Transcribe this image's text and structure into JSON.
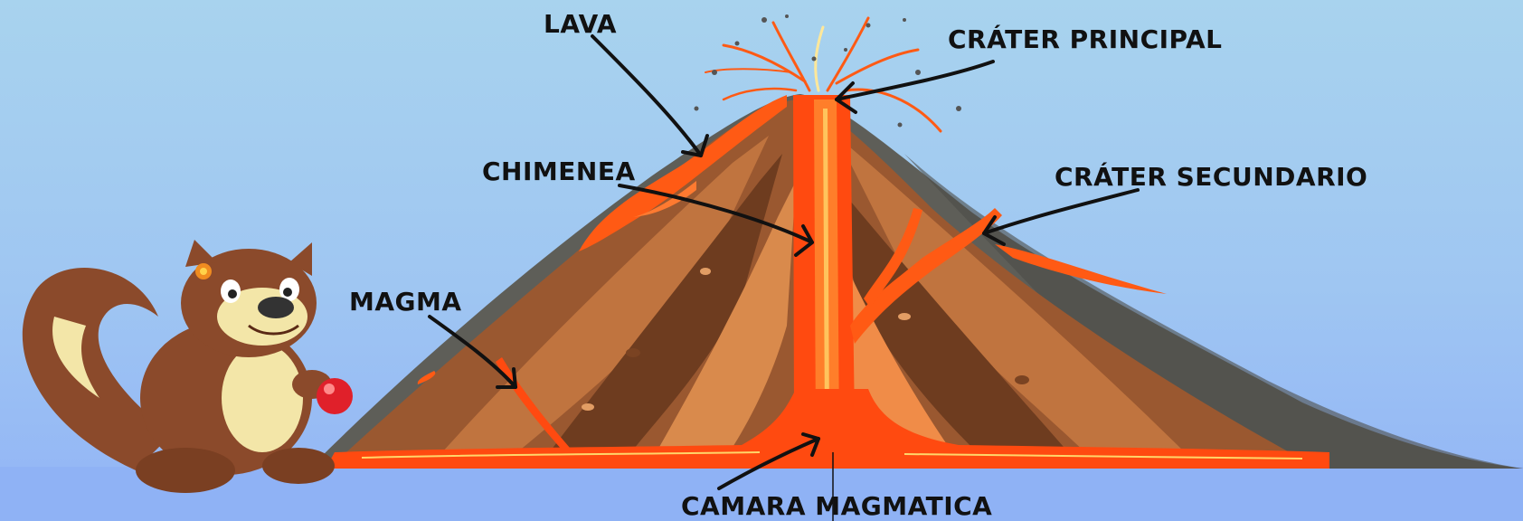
{
  "diagram": {
    "labels": {
      "lava": "LAVA",
      "crater_principal": "CRÁTER PRINCIPAL",
      "chimenea": "CHIMENEA",
      "crater_secundario": "CRÁTER SECUNDARIO",
      "magma": "MAGMA",
      "camara_magmatica": "CAMARA MAGMATICA"
    },
    "colors": {
      "sky_top": "#a8d3ee",
      "sky_bottom": "#92b4f6",
      "rock_gray": "#5e5e58",
      "earth_brown": "#9a5830",
      "lava_orange": "#ff5a14",
      "arrow": "#111111"
    },
    "mascot": "squirrel-holding-red-ball"
  }
}
